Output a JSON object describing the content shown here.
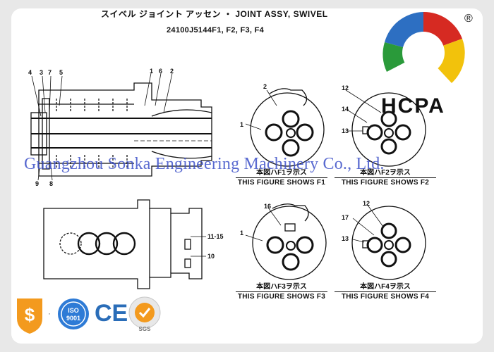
{
  "header": {
    "title": "スイベル ジョイント アッセン ・ JOINT ASSY, SWIVEL",
    "part_number": "24100J5144F1, F2, F3, F4"
  },
  "callouts": {
    "top_left": [
      "4",
      "3",
      "7",
      "5",
      "1",
      "6",
      "2",
      "9",
      "8"
    ],
    "bottom_left": [
      "11-15",
      "10"
    ],
    "f1": [
      "2",
      "1"
    ],
    "f2": [
      "12",
      "14",
      "13"
    ],
    "f3": [
      "16",
      "1"
    ],
    "f4": [
      "12",
      "17",
      "13"
    ]
  },
  "figures": {
    "f1": {
      "jp": "本図ハF1ヲ示ス",
      "en": "THIS FIGURE SHOWS  F1"
    },
    "f2": {
      "jp": "本図ハF2ヲ示ス",
      "en": "THIS FIGURE SHOWS  F2"
    },
    "f3": {
      "jp": "本図ハF3ヲ示ス",
      "en": "THIS FIGURE SHOWS  F3"
    },
    "f4": {
      "jp": "本図ハF4ヲ示ス",
      "en": "THIS FIGURE SHOWS  F4"
    }
  },
  "watermark": "Guangzhou Sonka Engineering Machinery Co., Ltd.",
  "brand": {
    "name": "HCPA",
    "registered": "®",
    "logo_colors": [
      "#d62a22",
      "#f2c20c",
      "#2a9a3a",
      "#2d6fc2"
    ]
  },
  "badges": {
    "iso": "ISO 9001",
    "ce": "CE",
    "sgs": "SGS",
    "icons": [
      "dollar-shield-icon",
      "iso-9001-icon",
      "ce-mark-icon",
      "sgs-cert-icon"
    ]
  }
}
